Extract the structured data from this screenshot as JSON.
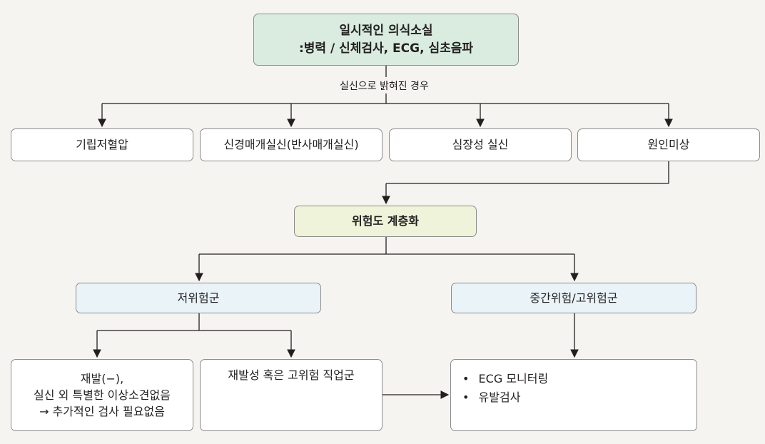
{
  "root": {
    "line1": "일시적인 의식소실",
    "line2": ":병력 / 신체검사, ECG, 심초음파"
  },
  "root_branch_label": "실신으로 밝혀진 경우",
  "causes": [
    "기립저혈압",
    "신경매개실신(반사매개실신)",
    "심장성 실신",
    "원인미상"
  ],
  "stratify": "위험도 계층화",
  "low_risk": "저위험군",
  "mid_high_risk": "중간위험/고위험군",
  "low_no_recur": {
    "line1": "재발(−),",
    "line2": "실신 외 특별한 이상소견없음",
    "line3": "→ 추가적인 검사 필요없음"
  },
  "low_recur": "재발성 혹은 고위험 직업군",
  "actions": [
    "ECG 모니터링",
    "유발검사"
  ],
  "bullet": "•",
  "colors": {
    "root_fill": "#d9ecdf",
    "stratify_fill": "#eef3d9",
    "risk_fill": "#e9f3f8",
    "box_border": "#8c8c8c",
    "line": "#231f20"
  }
}
